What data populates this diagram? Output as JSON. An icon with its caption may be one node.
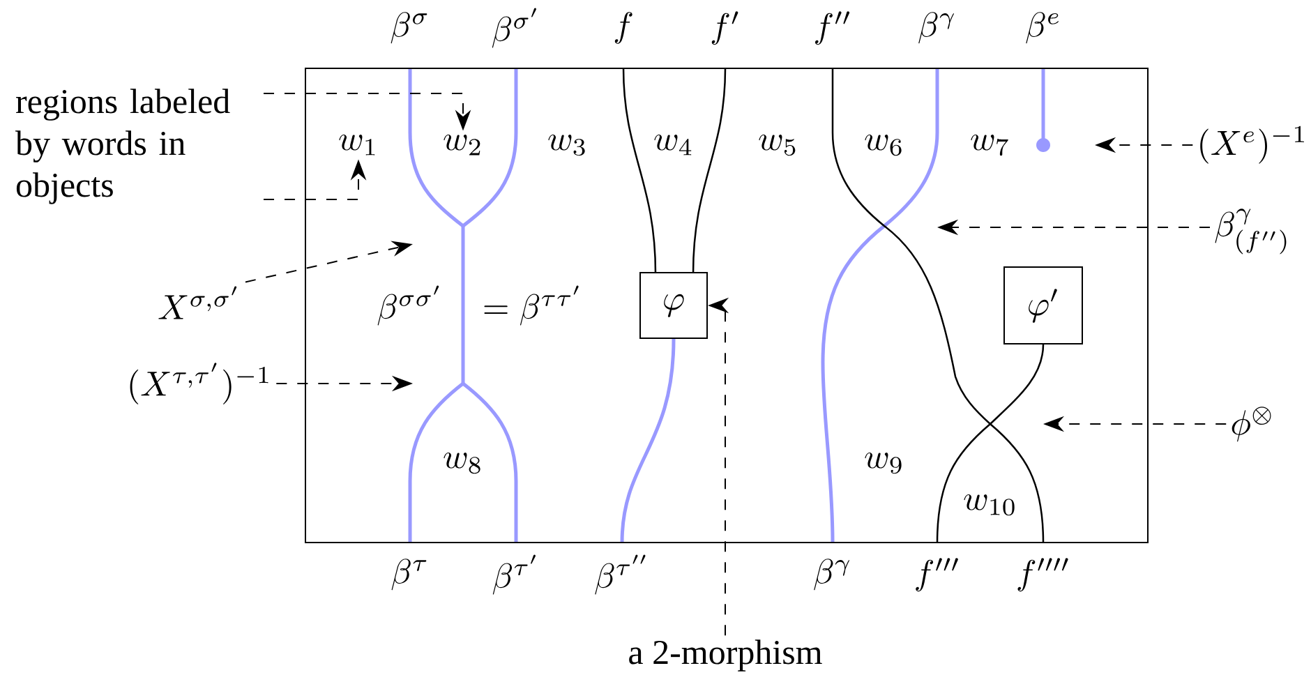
{
  "diagram": {
    "nodes": [
      {
        "text": [],
        "shape": "box"
      },
      {
        "text": [
          "w_1"
        ],
        "in": 0
      },
      {
        "text": [
          "w_2"
        ],
        "in": 0
      },
      {
        "text": [
          "\\varphi"
        ],
        "in": 0
      },
      {
        "text": [
          "\\varphi'"
        ],
        "in": 0
      },
      {
        "text": [
          "regions labeled by words in objects"
        ]
      },
      {
        "text": [
          "X^{\\sigma,\\sigma'}"
        ]
      },
      {
        "text": [
          "(X^{\\tau,\\tau'})^{-1}"
        ]
      },
      {
        "text": [
          "(X^{e})^{-1}"
        ]
      },
      {
        "text": [
          "\\beta^{\\gamma}_{(f'')}"
        ]
      },
      {
        "text": [
          "\\phi^{\\otimes}"
        ]
      },
      {
        "text": [
          "a 2-morphism"
        ]
      }
    ],
    "edges": [
      {
        "from": 5,
        "to": 2,
        "arrow": "to",
        "style": "dashed"
      },
      {
        "from": 5,
        "to": 1,
        "arrow": "to",
        "style": "dashed"
      },
      {
        "from": 6,
        "to": null,
        "arrow": "to",
        "style": "dashed"
      },
      {
        "from": 7,
        "to": null,
        "arrow": "to",
        "style": "dashed"
      },
      {
        "from": 8,
        "to": null,
        "arrow": "to",
        "style": "dashed"
      },
      {
        "from": 9,
        "to": null,
        "arrow": "to",
        "style": "dashed"
      },
      {
        "from": 10,
        "to": null,
        "arrow": "to",
        "style": "dashed"
      },
      {
        "from": 11,
        "to": 3,
        "arrow": "to",
        "style": "dashed"
      }
    ],
    "labels": [
      "\\beta^{\\sigma}",
      "\\beta^{\\sigma'}",
      "f",
      "f'",
      "f''",
      "\\beta^{\\gamma}",
      "\\beta^{e}",
      "w_3",
      "w_4",
      "w_5",
      "w_6",
      "w_7",
      "\\beta^{\\sigma\\sigma'}",
      "= \\beta^{\\tau\\tau'}",
      "w_8",
      "w_9",
      "w_{10}",
      "\\beta^{\\tau}",
      "\\beta^{\\tau'}",
      "\\beta^{\\tau''}",
      "\\beta^{\\gamma}",
      "f'''",
      "f''''"
    ]
  }
}
